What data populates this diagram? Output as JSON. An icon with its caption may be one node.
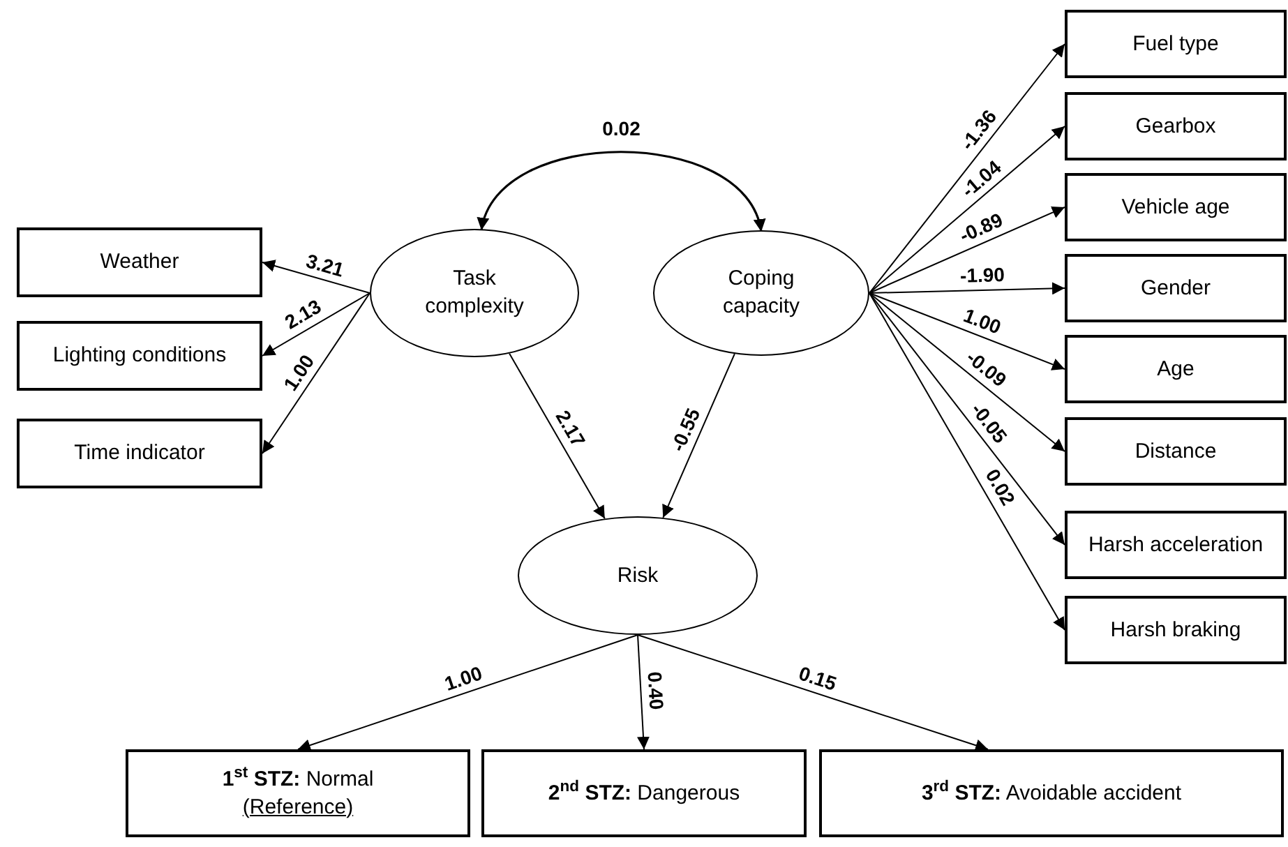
{
  "diagram": {
    "nodes": [
      {
        "text": [
          "Task complexity"
        ]
      },
      {
        "text": [
          "Coping capacity"
        ]
      },
      {
        "text": [
          "Risk"
        ]
      },
      {
        "text": [
          "Weather"
        ]
      },
      {
        "text": [
          "Lighting conditions"
        ]
      },
      {
        "text": [
          "Time indicator"
        ]
      },
      {
        "text": [
          "Fuel type"
        ]
      },
      {
        "text": [
          "Gearbox"
        ]
      },
      {
        "text": [
          "Vehicle age"
        ]
      },
      {
        "text": [
          "Gender"
        ]
      },
      {
        "text": [
          "Age"
        ]
      },
      {
        "text": [
          "Distance"
        ]
      },
      {
        "text": [
          "Harsh acceleration"
        ]
      },
      {
        "text": [
          "Harsh braking"
        ]
      },
      {
        "text": [
          "**1**$^{st}$ **STZ:** Normal",
          "(Reference)"
        ]
      },
      {
        "text": [
          "**2**$^{nd}$ **STZ:** Dangerous"
        ]
      },
      {
        "text": [
          "**3**$^{rd}$ **STZ:** Avoidable accident"
        ]
      }
    ],
    "edges": [
      {
        "from": 0,
        "to": 1,
        "arrow": "both",
        "label": "0.02"
      },
      {
        "from": 0,
        "to": 3,
        "arrow": "to",
        "label": "3.21"
      },
      {
        "from": 0,
        "to": 4,
        "arrow": "to",
        "label": "2.13"
      },
      {
        "from": 0,
        "to": 5,
        "arrow": "to",
        "label": "1.00"
      },
      {
        "from": 1,
        "to": 6,
        "arrow": "to",
        "label": "-1.36"
      },
      {
        "from": 1,
        "to": 7,
        "arrow": "to",
        "label": "-1.04"
      },
      {
        "from": 1,
        "to": 8,
        "arrow": "to",
        "label": "-0.89"
      },
      {
        "from": 1,
        "to": 9,
        "arrow": "to",
        "label": "-1.90"
      },
      {
        "from": 1,
        "to": 10,
        "arrow": "to",
        "label": "1.00"
      },
      {
        "from": 1,
        "to": 11,
        "arrow": "to",
        "label": "-0.09"
      },
      {
        "from": 1,
        "to": 12,
        "arrow": "to",
        "label": "-0.05"
      },
      {
        "from": 1,
        "to": 13,
        "arrow": "to",
        "label": "0.02"
      },
      {
        "from": 0,
        "to": 2,
        "arrow": "to",
        "label": "2.17"
      },
      {
        "from": 1,
        "to": 2,
        "arrow": "to",
        "label": "-0.55"
      },
      {
        "from": 2,
        "to": 14,
        "arrow": "to",
        "label": "1.00"
      },
      {
        "from": 2,
        "to": 15,
        "arrow": "to",
        "label": "0.40"
      },
      {
        "from": 2,
        "to": 16,
        "arrow": "to",
        "label": "0.15"
      }
    ]
  }
}
